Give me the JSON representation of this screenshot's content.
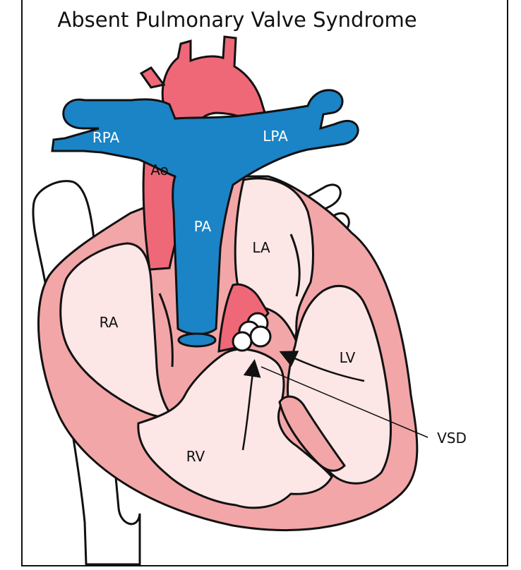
{
  "title": "Absent Pulmonary Valve Syndrome",
  "labels": {
    "rpa": "RPA",
    "lpa": "LPA",
    "ao": "Ao",
    "pa": "PA",
    "la": "LA",
    "ra": "RA",
    "lv": "LV",
    "rv": "RV",
    "vsd": "VSD"
  },
  "colors": {
    "outline": "#111111",
    "heart_wall": "#f2a6a8",
    "chamber": "#fce6e6",
    "aorta": "#ef6878",
    "pulmonary_artery": "#1a84c7",
    "valve": "#ffffff",
    "background": "#ffffff"
  }
}
